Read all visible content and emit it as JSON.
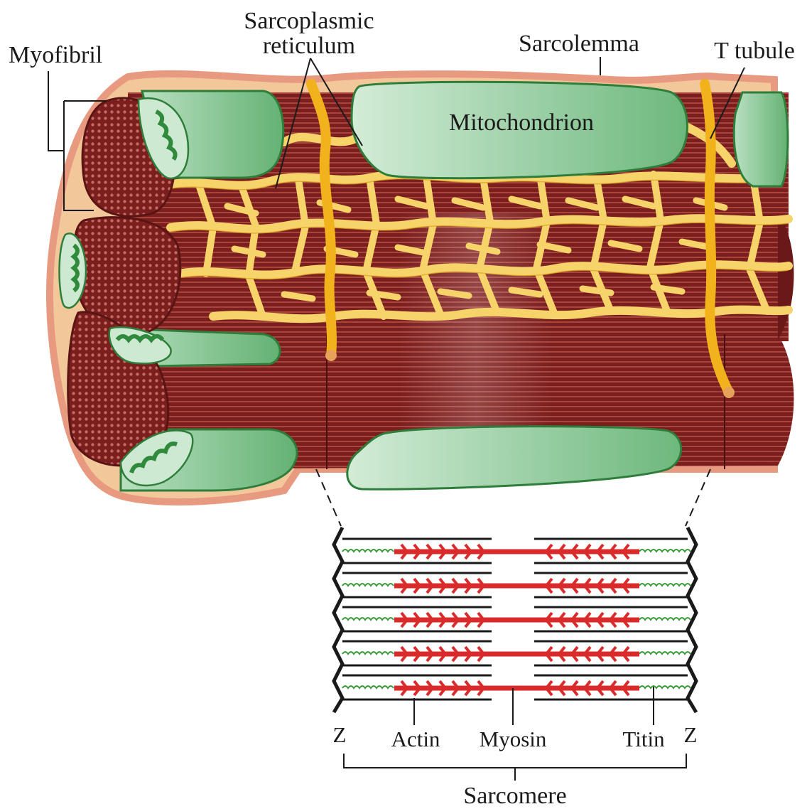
{
  "labels": {
    "myofibril": "Myofibril",
    "sarcoplasmic_line1": "Sarcoplasmic",
    "sarcoplasmic_line2": "reticulum",
    "sarcolemma": "Sarcolemma",
    "t_tubule": "T tubule",
    "mitochondrion": "Mitochondrion",
    "z_left": "Z",
    "z_right": "Z",
    "actin": "Actin",
    "myosin": "Myosin",
    "titin": "Titin",
    "sarcomere": "Sarcomere"
  },
  "colors": {
    "myofibril": "#7a1e1e",
    "myofibril_dark": "#5a1414",
    "myofibril_stripe": "#9a3a34",
    "reticulum": "#f7d46a",
    "reticulum_edge": "#d9a21f",
    "t_tubule": "#f1b21c",
    "mitochondrion": "#7fc18e",
    "mitochondrion_light": "#cde9d2",
    "mitochondrion_edge": "#2e7d3a",
    "cristae": "#2f8a3c",
    "sarcolemma": "#f2a98f",
    "sarcolemma_inner": "#e7b57a",
    "actin_myosin": "#d92b2b",
    "titin": "#3a9a3a",
    "z_line": "#1a1a1a"
  },
  "sarcomere_filament_rows": 5
}
